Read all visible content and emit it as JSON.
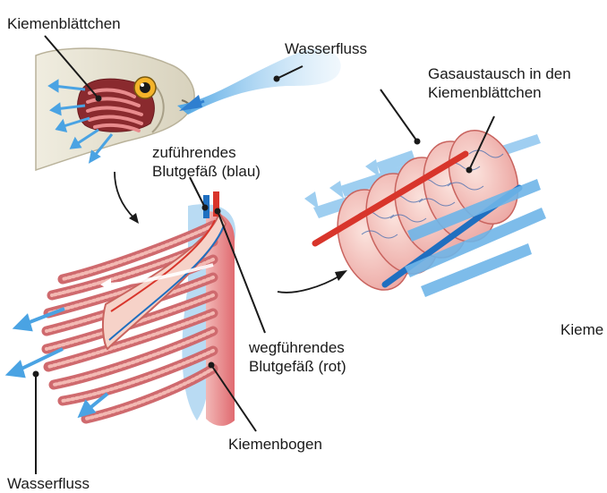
{
  "labels": {
    "kiemenblaettchen_top": "Kiemenblättchen",
    "wasserfluss_top": "Wasserfluss",
    "gasaustausch_line1": "Gasaustausch in den",
    "gasaustausch_line2": "Kiemenblättchen",
    "zufuehrend_line1": "zuführendes",
    "zufuehrend_line2": "Blutgefäß (blau)",
    "wegfuehrend_line1": "wegführendes",
    "wegfuehrend_line2": "Blutgefäß (rot)",
    "kiemenbogen": "Kiemenbogen",
    "kieme_cut": "Kieme",
    "wasserfluss_bottom": "Wasserfluss"
  },
  "colors": {
    "water_blue": "#5aa9e0",
    "vessel_blue": "#1f6fc0",
    "vessel_red": "#d8352b",
    "gill_pink": "#e07f83",
    "gill_light": "#f3c2bd",
    "fish_body": "#e7e2d1"
  }
}
